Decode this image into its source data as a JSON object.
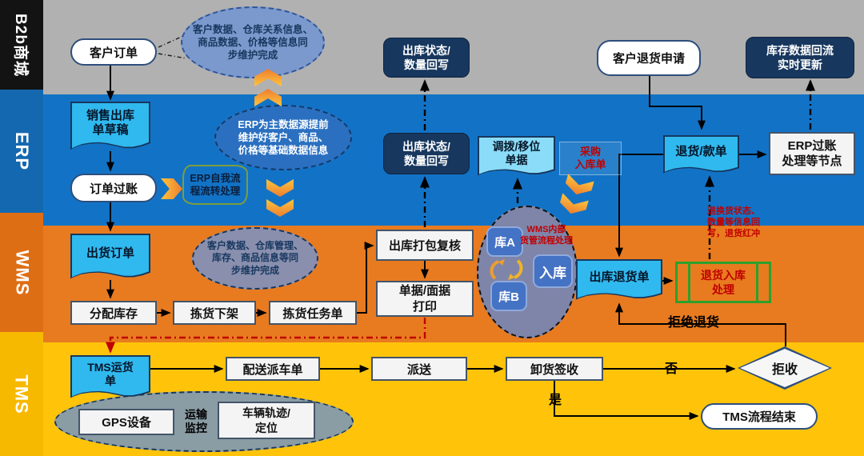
{
  "lanes": {
    "b2b": {
      "label": "B2b商城"
    },
    "erp": {
      "label": "ERP"
    },
    "wms": {
      "label": "WMS"
    },
    "tms": {
      "label": "TMS"
    }
  },
  "colors": {
    "band_gray": "#B2B1B1",
    "band_blue": "#1273C6",
    "band_orange": "#E87B1F",
    "band_yellow": "#FFC40A",
    "side_black": "#131313",
    "side_blue": "#1368B0",
    "side_orange": "#DE6E14",
    "side_yellow": "#F6B900",
    "navy": "#17375E",
    "doc_cyan": "#2FB9EF",
    "doc_light_cyan": "#8ADCF8",
    "accent_red": "#C00000",
    "green": "#2CA02C",
    "chevron_orange": "#ED7D31"
  },
  "nodes": {
    "customer_order": {
      "label": "客户订单"
    },
    "outbound_status_b2b": {
      "label": "出库状态/\n数量回写"
    },
    "return_request": {
      "label": "客户退货申请"
    },
    "stock_feedback": {
      "label": "库存数据回流\n实时更新"
    },
    "sales_draft": {
      "label": "销售出库\n单草稿"
    },
    "order_posting": {
      "label": "订单过账"
    },
    "erp_self_process": {
      "label": "ERP自我流\n程流转处理"
    },
    "outbound_status_erp": {
      "label": "出库状态/\n数量回写"
    },
    "transfer_doc": {
      "label": "调拨/移位\n单据"
    },
    "purchase_inbound": {
      "label": "采购\n入库单"
    },
    "return_doc": {
      "label": "退货/款单"
    },
    "erp_posting": {
      "label": "ERP过账\n处理等节点"
    },
    "return_writeback": {
      "label": "退换货状态、\n数量等信息回\n写，退货红冲"
    },
    "ship_order": {
      "label": "出货订单"
    },
    "allocate": {
      "label": "分配库存"
    },
    "pick_down": {
      "label": "拣货下架"
    },
    "pick_task": {
      "label": "拣货任务单"
    },
    "pack_check": {
      "label": "出库打包复核"
    },
    "doc_print": {
      "label": "单据/面据\n打印"
    },
    "wh_a": {
      "label": "库A"
    },
    "wh_b": {
      "label": "库B"
    },
    "inbound": {
      "label": "入库"
    },
    "wms_inner_note": {
      "label": "WMS内部\n货管流程处理"
    },
    "outbound_return": {
      "label": "出库退货单"
    },
    "return_inbound_process": {
      "label": "退货入库\n处理"
    },
    "tms_doc": {
      "label": "TMS运货\n单"
    },
    "dispatch": {
      "label": "配送派车单"
    },
    "delivery": {
      "label": "派送"
    },
    "unload_sign": {
      "label": "卸货签收"
    },
    "reject": {
      "label": "拒收"
    },
    "tms_end": {
      "label": "TMS流程结束"
    },
    "gps": {
      "label": "GPS设备"
    },
    "track": {
      "label": "车辆轨迹/\n定位"
    }
  },
  "notes": {
    "b2b_sync": {
      "label": "客户数据、仓库关系信息、\n商品数据、价格等信息同\n步维护完成"
    },
    "erp_master": {
      "label": "ERP为主数据源提前\n维护好客户、商品、\n价格等基础数据信息"
    },
    "wms_sync": {
      "label": "客户数据、仓库管理、\n库存、商品信息等同\n步维护完成"
    }
  },
  "labels": {
    "reject_return": "拒绝退货",
    "no": "否",
    "yes": "是",
    "transport_monitor": "运输\n监控"
  }
}
